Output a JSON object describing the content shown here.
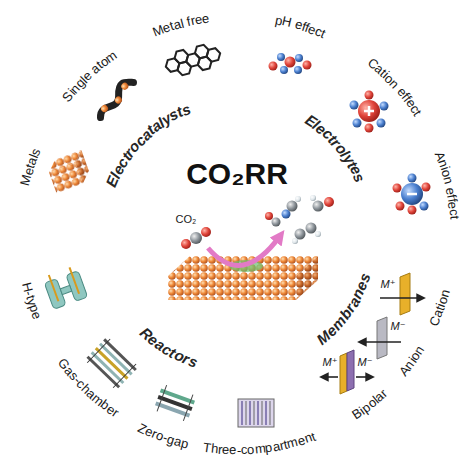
{
  "diagram": {
    "nodes": [
      {
        "text": [
          "CO₂RR"
        ]
      },
      {
        "text": [
          "Electrocatalysts",
          "Metals",
          "Single atom",
          "Metal free"
        ]
      },
      {
        "text": [
          "Electrolytes",
          "pH effect",
          "Cation effect",
          "Anion effect"
        ]
      },
      {
        "text": [
          "Reactors",
          "H-type",
          "Gas-chamber",
          "Zero-gap",
          "Three-compartment"
        ]
      },
      {
        "text": [
          "Membranes",
          "Cation",
          "Anion",
          "Bipolar"
        ]
      }
    ],
    "labels": [
      "CO₂",
      "M⁺",
      "M⁻",
      "M⁺",
      "M⁻"
    ]
  }
}
